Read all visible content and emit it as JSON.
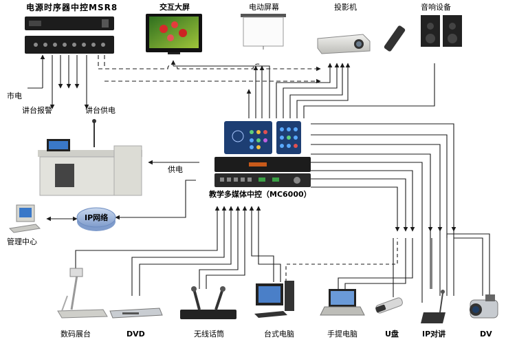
{
  "labels": {
    "msr8": "电源时序器中控MSR8",
    "screen": "交互大屏",
    "motor_screen": "电动屏幕",
    "projector": "投影机",
    "audio": "音响设备",
    "mains": "市电",
    "podium_alarm": "讲台报警",
    "podium_power": "讲台供电",
    "power_supply": "供电",
    "controller": "教学多媒体中控（MC6000）",
    "ip_network": "IP网络",
    "mgmt_center": "管理中心",
    "visualizer": "数码展台",
    "dvd": "DVD",
    "wireless_mic": "无线话筒",
    "desktop": "台式电脑",
    "laptop": "手提电脑",
    "usb": "U盘",
    "ip_intercom": "IP对讲",
    "dv": "DV"
  },
  "colors": {
    "line": "#1a1a1a",
    "device_dark": "#1c1c1c",
    "panel_blue": "#1d3e73",
    "network_blue": "#9fb7d9",
    "desk_gray": "#d9d9d4"
  }
}
